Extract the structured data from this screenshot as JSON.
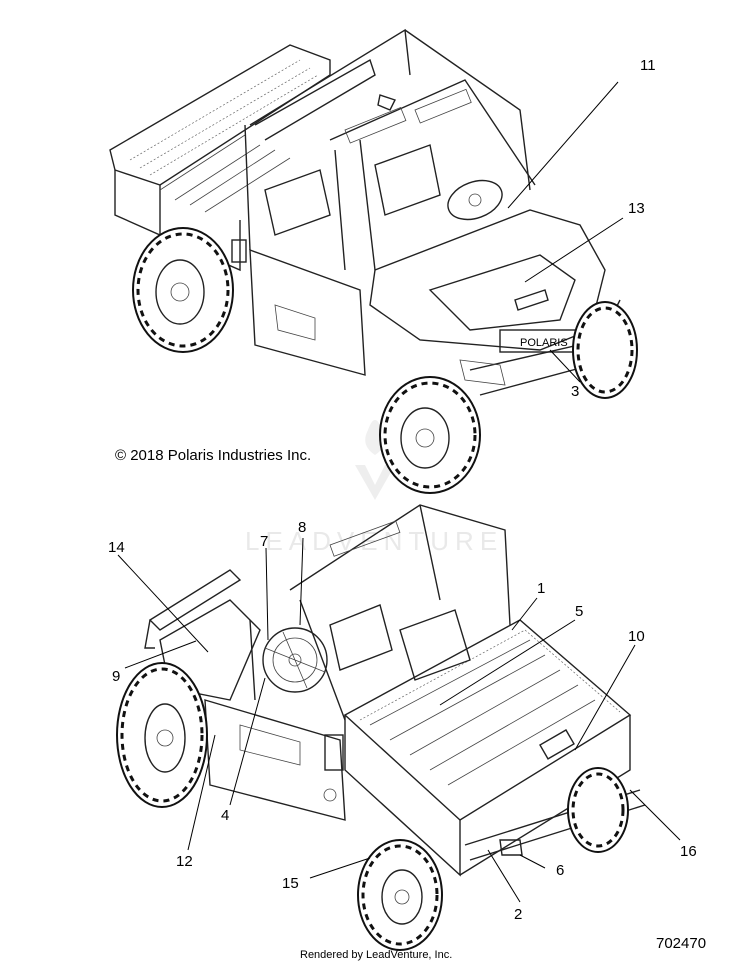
{
  "copyright": "© 2018 Polaris Industries Inc.",
  "watermark_text": "LEADVENTURE",
  "grille_badge": "POLARIS",
  "footer": "Rendered by LeadVenture, Inc.",
  "diagram_number": "702470",
  "callouts": {
    "c1": "1",
    "c2": "2",
    "c3": "3",
    "c4": "4",
    "c5": "5",
    "c6": "6",
    "c7": "7",
    "c8": "8",
    "c9": "9",
    "c10": "10",
    "c11": "11",
    "c12": "12",
    "c13": "13",
    "c14": "14",
    "c15": "15",
    "c16": "16"
  }
}
